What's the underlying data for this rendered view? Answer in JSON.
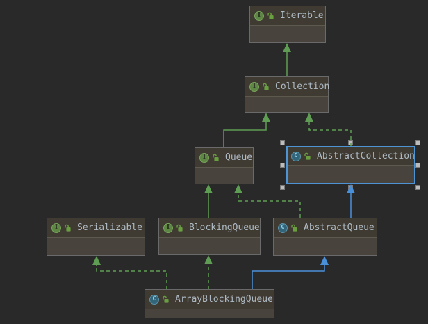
{
  "diagram": {
    "type": "uml-class-diagram",
    "nodes": [
      {
        "id": "iterable",
        "label": "Iterable",
        "kind": "interface",
        "visibility": "public",
        "selected": false
      },
      {
        "id": "collection",
        "label": "Collection",
        "kind": "interface",
        "visibility": "public",
        "selected": false
      },
      {
        "id": "queue",
        "label": "Queue",
        "kind": "interface",
        "visibility": "public",
        "selected": false
      },
      {
        "id": "abstract-collection",
        "label": "AbstractCollection",
        "kind": "class",
        "visibility": "public",
        "selected": true
      },
      {
        "id": "serializable",
        "label": "Serializable",
        "kind": "interface",
        "visibility": "public",
        "selected": false
      },
      {
        "id": "blocking-queue",
        "label": "BlockingQueue",
        "kind": "interface",
        "visibility": "public",
        "selected": false
      },
      {
        "id": "abstract-queue",
        "label": "AbstractQueue",
        "kind": "class",
        "visibility": "public",
        "selected": false
      },
      {
        "id": "array-blocking-queue",
        "label": "ArrayBlockingQueue",
        "kind": "class",
        "visibility": "public",
        "selected": false
      }
    ],
    "edges": [
      {
        "from": "Collection",
        "to": "Iterable",
        "relation": "extends",
        "line": "solid",
        "color": "#5f9d54"
      },
      {
        "from": "Queue",
        "to": "Collection",
        "relation": "extends",
        "line": "solid",
        "color": "#5f9d54"
      },
      {
        "from": "AbstractCollection",
        "to": "Collection",
        "relation": "implements",
        "line": "dashed",
        "color": "#5f9d54"
      },
      {
        "from": "BlockingQueue",
        "to": "Queue",
        "relation": "extends",
        "line": "solid",
        "color": "#5f9d54"
      },
      {
        "from": "AbstractQueue",
        "to": "Queue",
        "relation": "implements",
        "line": "dashed",
        "color": "#5f9d54"
      },
      {
        "from": "AbstractQueue",
        "to": "AbstractCollection",
        "relation": "extends",
        "line": "solid",
        "color": "#4a90d8"
      },
      {
        "from": "ArrayBlockingQueue",
        "to": "Serializable",
        "relation": "implements",
        "line": "dashed",
        "color": "#5f9d54"
      },
      {
        "from": "ArrayBlockingQueue",
        "to": "BlockingQueue",
        "relation": "implements",
        "line": "dashed",
        "color": "#5f9d54"
      },
      {
        "from": "ArrayBlockingQueue",
        "to": "AbstractQueue",
        "relation": "extends",
        "line": "solid",
        "color": "#4a90d8"
      }
    ],
    "icons": {
      "interface_glyph": "I",
      "class_glyph": "C",
      "lock": "open-padlock"
    }
  },
  "colors": {
    "background": "#292929",
    "node_fill": "#3f3b33",
    "node_body_fill": "#48443d",
    "node_border": "#6a6a6a",
    "selection_blue": "#4e94d4",
    "edge_green": "#5f9d54",
    "edge_blue": "#4a90d8",
    "text": "#aeb9c2",
    "interface_icon_green": "#5e8745",
    "class_icon_teal": "#32647a",
    "lock_green": "#699e41",
    "handle_fill": "#bdbdbd"
  }
}
